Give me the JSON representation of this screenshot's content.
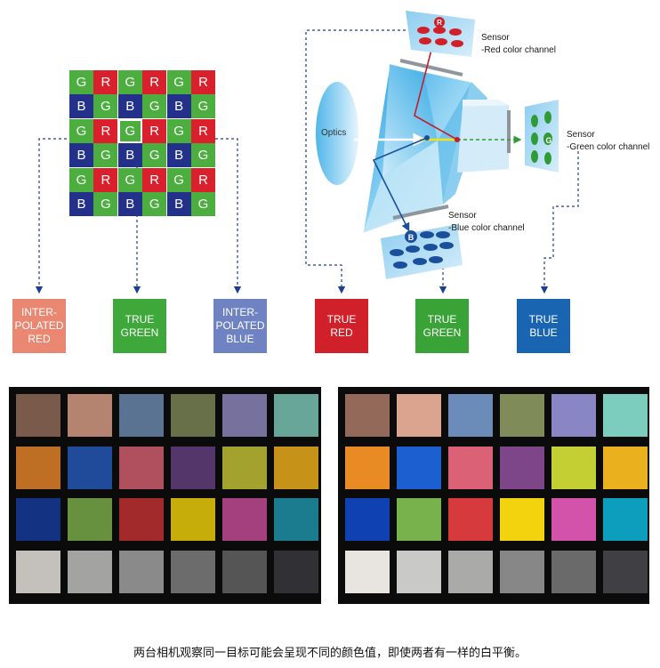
{
  "bayer": {
    "rows": [
      [
        "G",
        "R",
        "G",
        "R",
        "G",
        "R"
      ],
      [
        "B",
        "G",
        "B",
        "G",
        "B",
        "G"
      ],
      [
        "G",
        "R",
        "G",
        "R",
        "G",
        "R"
      ],
      [
        "B",
        "G",
        "B",
        "G",
        "B",
        "G"
      ],
      [
        "G",
        "R",
        "G",
        "R",
        "G",
        "R"
      ],
      [
        "B",
        "G",
        "B",
        "G",
        "B",
        "G"
      ]
    ],
    "colors": {
      "G": "#4cae3f",
      "R": "#d9202c",
      "B": "#24318a"
    }
  },
  "output_boxes": [
    {
      "text": "INTER-\nPOLATED\nRED",
      "color": "#e98772"
    },
    {
      "text": "TRUE\nGREEN",
      "color": "#3ea83a"
    },
    {
      "text": "INTER-\nPOLATED\nBLUE",
      "color": "#6f83c3"
    },
    {
      "text": "TRUE\nRED",
      "color": "#d0202a"
    },
    {
      "text": "TRUE\nGREEN",
      "color": "#39a338"
    },
    {
      "text": "TRUE\nBLUE",
      "color": "#1a65b1"
    }
  ],
  "prism": {
    "optics_label": "Optics",
    "sensor_red_label": "Sensor\n-Red color channel",
    "sensor_green_label": "Sensor\n-Green color channel",
    "sensor_blue_label": "Sensor\n-Blue color channel",
    "sensor_red_letter": "R",
    "sensor_green_letter": "G",
    "sensor_blue_letter": "B"
  },
  "checker_left": [
    "#7a5a4b",
    "#b58470",
    "#5b7393",
    "#677049",
    "#77719e",
    "#68a69a",
    "#bf6f24",
    "#1f4b9a",
    "#b04f5d",
    "#55366a",
    "#a3a22e",
    "#c69318",
    "#143282",
    "#67903f",
    "#a32a2b",
    "#c6ad09",
    "#a4407e",
    "#1b7c8f",
    "#c4c0bb",
    "#a3a3a1",
    "#8a8a8a",
    "#6c6c6c",
    "#555556",
    "#313135"
  ],
  "checker_right": [
    "#936a5a",
    "#dba48e",
    "#6b8cb8",
    "#7f8c5a",
    "#8a86c6",
    "#7ccdbe",
    "#e98b24",
    "#1c5fd1",
    "#db6276",
    "#7d4689",
    "#c4cf34",
    "#eab01e",
    "#0f41b3",
    "#78b24c",
    "#d73a3d",
    "#f2d30e",
    "#d353aa",
    "#0d9ebd",
    "#e8e4df",
    "#c9c9c8",
    "#aaaaa9",
    "#878787",
    "#6a6a6b",
    "#3f3f44"
  ],
  "caption": "两台相机观察同一目标可能会呈现不同的颜色值，即使两者有一样的白平衡。"
}
